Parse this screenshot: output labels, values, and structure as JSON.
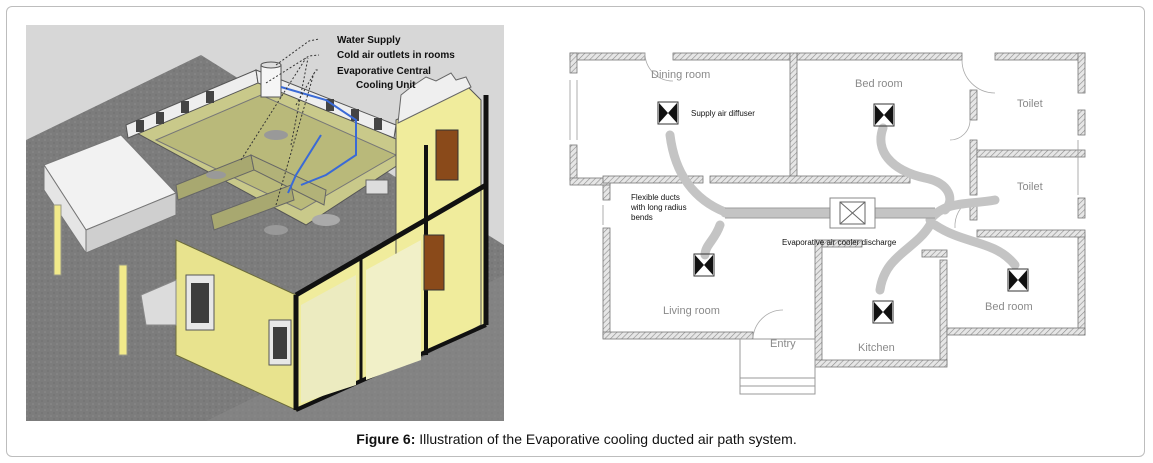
{
  "figure": {
    "caption_label": "Figure 6:",
    "caption_text": " Illustration of the Evaporative cooling ducted air path system."
  },
  "left_illustration": {
    "labels": {
      "water_supply": "Water Supply",
      "cold_air_outlets": "Cold air outlets in rooms",
      "cooling_unit_line1": "Evaporative Central",
      "cooling_unit_line2": "Cooling Unit"
    }
  },
  "floor_plan": {
    "rooms": {
      "dining": "Dining room",
      "bed1": "Bed room",
      "toilet1": "Toilet",
      "toilet2": "Toilet",
      "living": "Living room",
      "entry": "Entry",
      "kitchen": "Kitchen",
      "bed2": "Bed room"
    },
    "annotations": {
      "supply_diffuser": "Supply air diffuser",
      "flex_line1": "Flexible ducts",
      "flex_line2": "with long radius",
      "flex_line3": "bends",
      "cooler_discharge": "Evaporative air cooler discharge"
    }
  },
  "colors": {
    "wall_fill": "#d9d9d9",
    "duct": "#bfbfbf",
    "room_label": "#8a8a8a",
    "house_yellow": "#e4e08a",
    "ground": "#7b7b7b"
  }
}
